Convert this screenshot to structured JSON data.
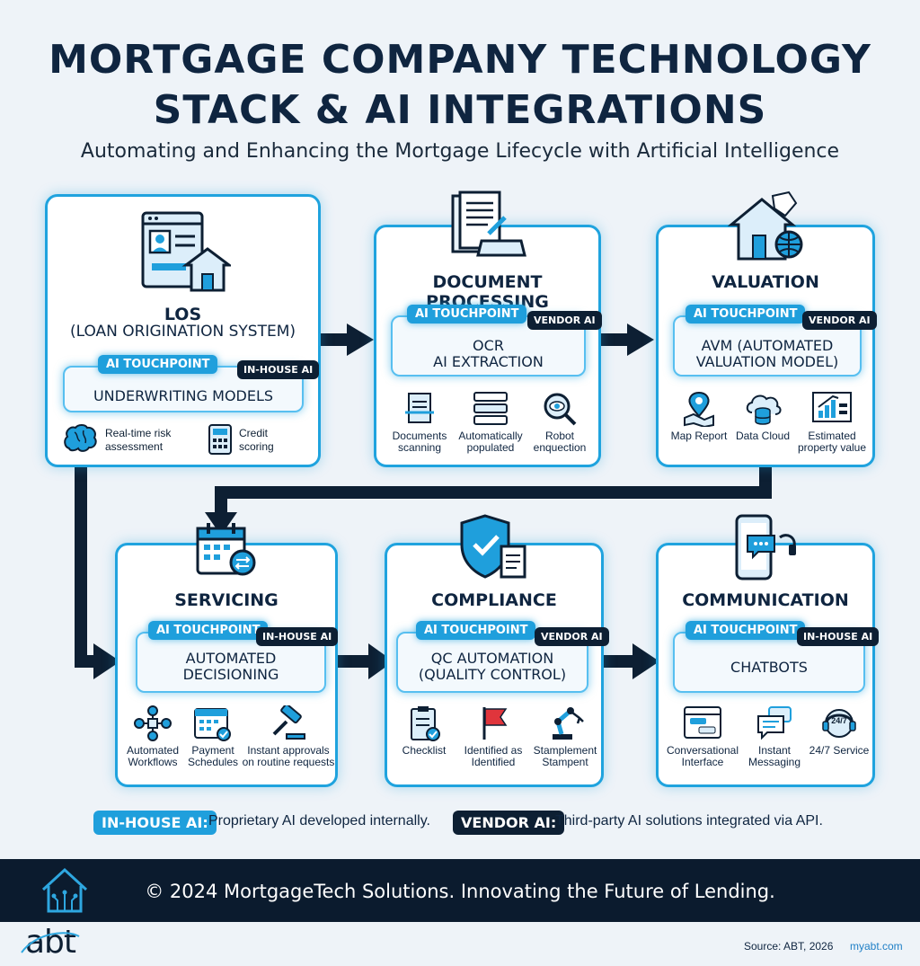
{
  "title_line1": "MORTGAGE COMPANY TECHNOLOGY",
  "title_line2": "STACK & AI INTEGRATIONS",
  "subtitle": "Automating and Enhancing the Mortgage Lifecycle with Artificial Intelligence",
  "touchpoint_label": "AI TOUCHPOINT",
  "los": {
    "title": "LOS",
    "subtitle": "(LOAN ORIGINATION SYSTEM)",
    "ai_type": "IN-HOUSE AI",
    "touchpoint": "UNDERWRITING MODELS",
    "features": [
      "Real-time risk assessment",
      "Credit scoring"
    ]
  },
  "document": {
    "title": "DOCUMENT PROCESSING",
    "ai_type": "VENDOR AI",
    "touchpoint_line1": "OCR",
    "touchpoint_line2": "AI EXTRACTION",
    "features": [
      "Documents scanning",
      "Automatically populated",
      "Robot enquection"
    ]
  },
  "valuation": {
    "title": "VALUATION",
    "ai_type": "VENDOR AI",
    "touchpoint_line1": "AVM (AUTOMATED",
    "touchpoint_line2": "VALUATION MODEL)",
    "features": [
      "Map Report",
      "Data Cloud",
      "Estimated property value"
    ]
  },
  "servicing": {
    "title": "SERVICING",
    "ai_type": "IN-HOUSE AI",
    "touchpoint_line1": "AUTOMATED",
    "touchpoint_line2": "DECISIONING",
    "features": [
      "Automated Workflows",
      "Payment Schedules",
      "Instant approvals on routine requests"
    ]
  },
  "compliance": {
    "title": "COMPLIANCE",
    "ai_type": "VENDOR AI",
    "touchpoint_line1": "QC AUTOMATION",
    "touchpoint_line2": "(QUALITY CONTROL)",
    "features": [
      "Checklist",
      "Identified as Identified",
      "Stamplement Stampent"
    ]
  },
  "communication": {
    "title": "COMMUNICATION",
    "ai_type": "IN-HOUSE AI",
    "touchpoint": "CHATBOTS",
    "features": [
      "Conversational Interface",
      "Instant Messaging",
      "24/7 Service"
    ],
    "icon_badge": "24/7"
  },
  "legend": {
    "inhouse_label": "IN-HOUSE AI:",
    "inhouse_desc": "Proprietary AI developed internally.",
    "vendor_label": "VENDOR AI:",
    "vendor_desc": "Third-party AI solutions integrated via API."
  },
  "footer": {
    "text": "© 2024 MortgageTech Solutions. Innovating the Future of Lending.",
    "brand": "abt",
    "source": "Source: ABT, 2026",
    "site": "myabt.com"
  },
  "colors": {
    "accent_blue": "#1f9fdc",
    "dark_navy": "#0d1f33",
    "card_border": "#1fa3de",
    "flag_red": "#e0353c"
  }
}
